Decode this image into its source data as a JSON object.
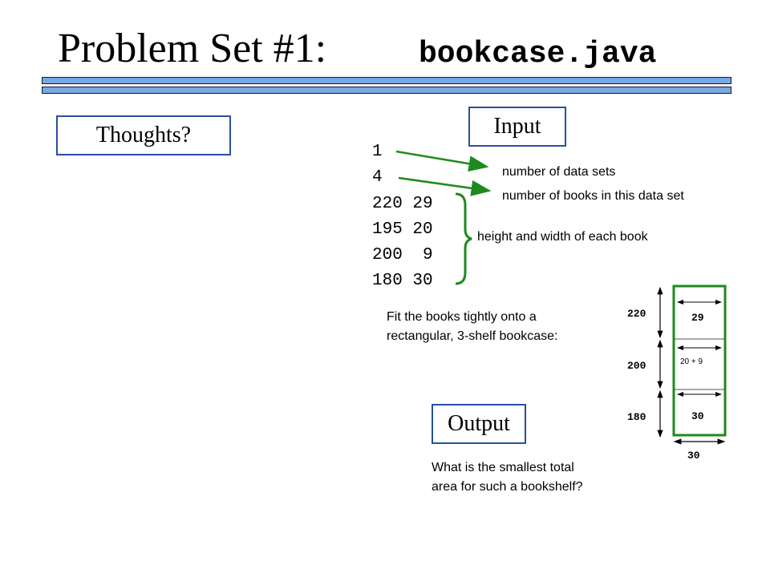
{
  "slide": {
    "title_prefix": "Problem Set #1:",
    "title_code": "bookcase.java"
  },
  "boxes": {
    "thoughts": "Thoughts?",
    "input": "Input",
    "output": "Output"
  },
  "input_lines": [
    "1",
    "4",
    "220 29",
    "195 20",
    "200  9",
    "180 30"
  ],
  "annotations": {
    "data_sets": "number of data sets",
    "books_in_set": "number of books in this data set",
    "height_width": "height and width of each book",
    "fit_line1": "Fit the books tightly onto a",
    "fit_line2": "rectangular, 3-shelf bookcase:",
    "question_line1": "What is the smallest total",
    "question_line2": "area for such a bookshelf?"
  },
  "bookcase": {
    "heights": [
      "220",
      "200",
      "180"
    ],
    "shelf_widths": [
      "29",
      "20 + 9",
      "30"
    ],
    "total_width": "30"
  },
  "colors": {
    "rule_blue": "#78a8e6",
    "box_border": "#2a4f9e",
    "arrow_green": "#1e8a1e"
  }
}
